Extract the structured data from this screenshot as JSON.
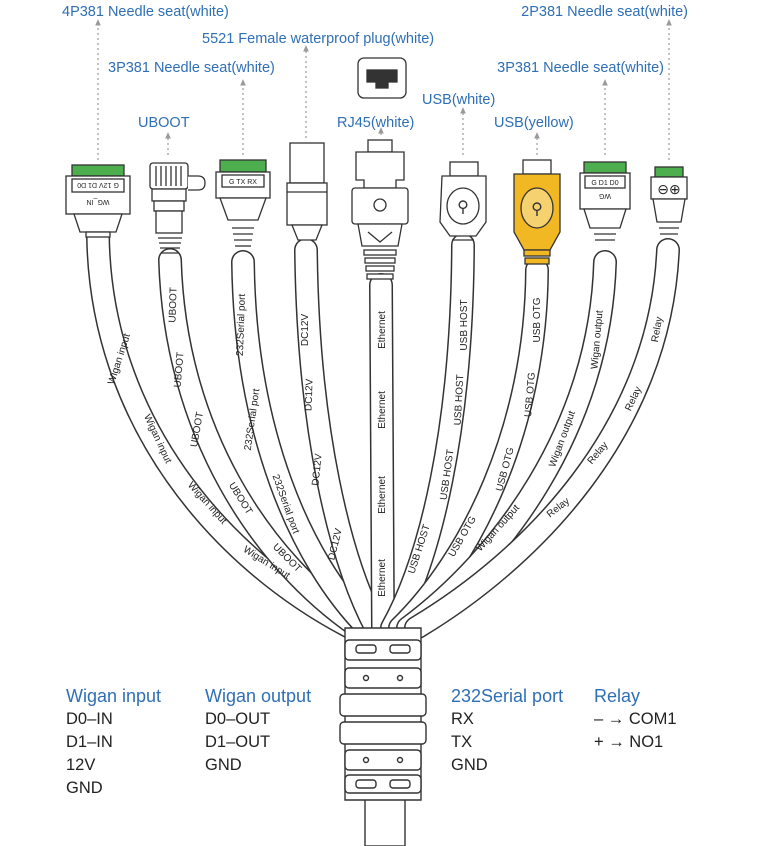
{
  "callouts": {
    "top_left": "4P381 Needle seat(white)",
    "top_right": "2P381 Needle seat(white)",
    "waterproof": "5521 Female waterproof plug(white)",
    "seat3_left": "3P381 Needle seat(white)",
    "seat3_right": "3P381 Needle seat(white)",
    "usb_white": "USB(white)",
    "uboot": "UBOOT",
    "rj45": "RJ45(white)",
    "usb_yellow": "USB(yellow)"
  },
  "connectors": {
    "wg_in_pins": "G 12V D1 D0",
    "wg_in_name": "WG_IN",
    "serial_pins": "G TX RX",
    "wg_out_pins": "G D1 D0",
    "wg_out_name": "WG",
    "relay_pins": "⊖⊕"
  },
  "cables": {
    "wigan_input": "Wigan input",
    "uboot": "UBOOT",
    "serial": "232Serial port",
    "dc12v": "DC12V",
    "ethernet": "Ethernet",
    "usb_host": "USB HOST",
    "usb_otg": "USB OTG",
    "wigan_output": "Wigan output",
    "relay": "Relay"
  },
  "legend": {
    "wigan_input": {
      "title": "Wigan input",
      "items": [
        "D0–IN",
        "D1–IN",
        "12V",
        "GND"
      ]
    },
    "wigan_output": {
      "title": "Wigan output",
      "items": [
        "D0–OUT",
        "D1–OUT",
        "GND"
      ]
    },
    "serial": {
      "title": "232Serial port",
      "items": [
        "RX",
        "TX",
        "GND"
      ]
    },
    "relay": {
      "title": "Relay",
      "items": [
        "– → COM1",
        "+ → NO1"
      ]
    }
  },
  "colors": {
    "callout_text": "#2f6fb5",
    "terminal_green": "#4cae4c",
    "usb_yellow": "#f2b824",
    "cable_outline": "#333333"
  }
}
